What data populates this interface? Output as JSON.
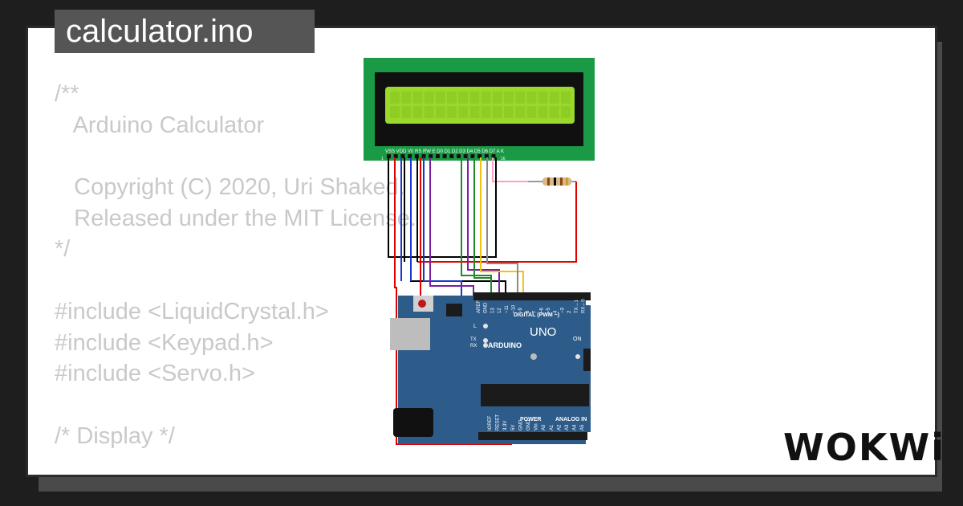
{
  "tab": {
    "title": "calculator.ino"
  },
  "code_lines": [
    "/**",
    "   Arduino Calculator",
    "",
    "   Copyright (C) 2020, Uri Shaked.",
    "   Released under the MIT License.",
    "*/",
    "",
    "#include <LiquidCrystal.h>",
    "#include <Keypad.h>",
    "#include <Servo.h>",
    "",
    "/* Display */"
  ],
  "lcd": {
    "pin_labels": "VSS VDD V0 RS RW E  D0 D1 D2 D3 D4 D5 D6 D7 A  K",
    "pin_first": "1",
    "pin_last": "16"
  },
  "arduino": {
    "brand": "ARDUINO",
    "model": "UNO",
    "digital_label": "DIGITAL (PWM ~)",
    "power_label": "POWER",
    "analog_label": "ANALOG IN",
    "on_label": "ON",
    "led_l": "L",
    "led_tx": "TX",
    "led_rx": "RX",
    "top_pins": [
      "AREF",
      "GND",
      "13",
      "12",
      "~11",
      "~10",
      "~9",
      "8",
      "7",
      "~6",
      "~5",
      "4",
      "~3",
      "2",
      "TX→1",
      "RX←0"
    ],
    "bottom_pins": [
      "IOREF",
      "RESET",
      "3.3V",
      "5V",
      "GND",
      "GND",
      "Vin",
      "A0",
      "A1",
      "A2",
      "A3",
      "A4",
      "A5"
    ]
  },
  "logo": {
    "text": "WOKWi"
  },
  "colors": {
    "lcd_pcb": "#1a9a45",
    "lcd_screen": "#9ad92c",
    "arduino_board": "#2e5c8a",
    "code_text": "#c9c9c9"
  }
}
